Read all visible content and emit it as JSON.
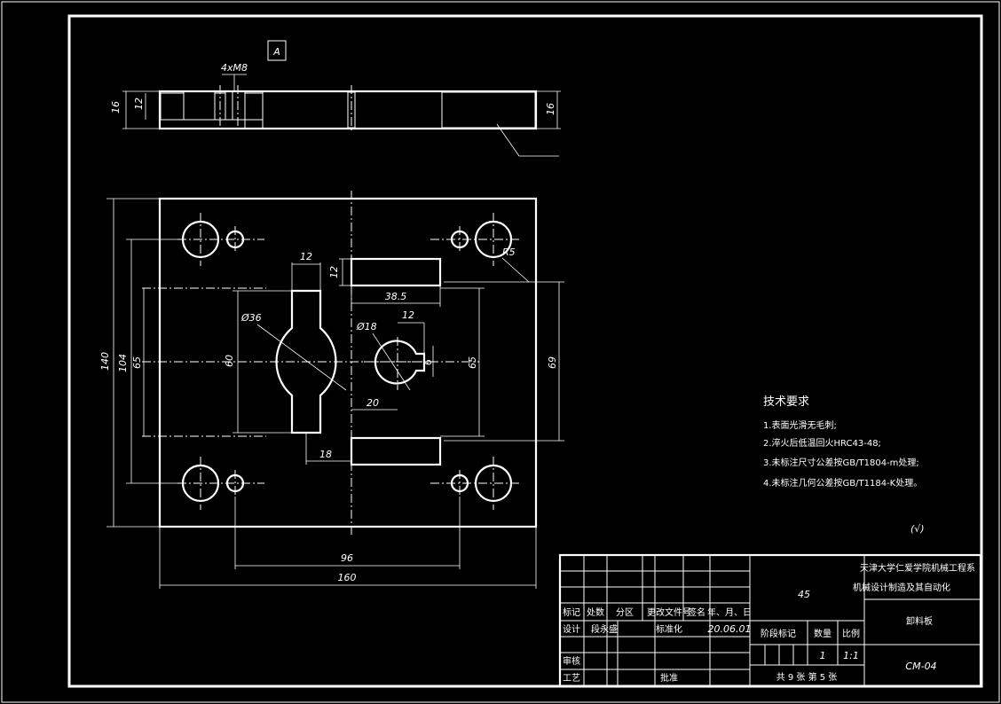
{
  "drawing": {
    "view_label": "A",
    "thread_note": "4xM8",
    "dims": {
      "side_thickness_left": "16",
      "side_inner": "12",
      "side_thickness_right": "16",
      "total_width": "160",
      "hole_spacing_x": "96",
      "total_height": "140",
      "hole_spacing_y": "104",
      "pocket_spacing_left": "65",
      "key_height": "60",
      "pocket_spacing_right": "65",
      "outer_spacing_right": "69",
      "slot_length": "38.5",
      "slot_width": "12",
      "key_width": "12",
      "key_offset_bottom": "18",
      "circle_offset": "20",
      "large_circle_dia": "Ø36",
      "small_circle_dia": "Ø18",
      "small_key_width": "12",
      "small_key_depth": "6",
      "corner_r": "R5"
    },
    "roughness_mark": "(√)"
  },
  "tech_requirements": {
    "title": "技术要求",
    "items": [
      "1.表面光滑无毛刺;",
      "2.淬火后低温回火HRC43-48;",
      "3.未标注尺寸公差按GB/T1804-m处理;",
      "4.未标注几何公差按GB/T1184-K处理。"
    ]
  },
  "title_block": {
    "material": "45",
    "school_line1": "天津大学仁爱学院机械工程系",
    "school_line2": "机械设计制造及其自动化",
    "part_name": "卸料板",
    "drawing_no": "CM-04",
    "rev_headers": [
      "标记",
      "处数",
      "分区",
      "更改文件号",
      "签名",
      "年、月、日"
    ],
    "designer_label": "设计",
    "designer_name": "段永盛",
    "standardize_label": "标准化",
    "date": "20.06.01",
    "stage_label": "阶段标记",
    "qty_label": "数量",
    "scale_label": "比例",
    "qty": "1",
    "scale": "1:1",
    "review_label": "审核",
    "process_label": "工艺",
    "approve_label": "批准",
    "sheets": "共 9 张 第 5 张"
  }
}
